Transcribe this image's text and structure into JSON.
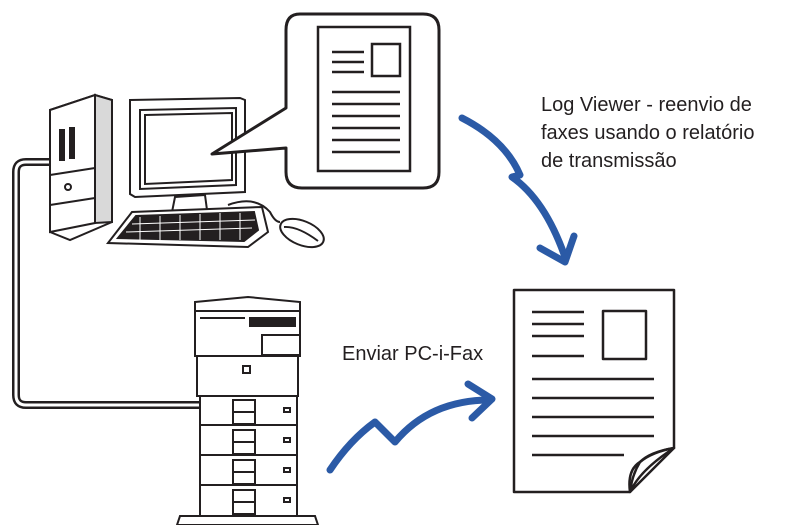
{
  "labels": {
    "log_viewer": [
      "Log Viewer - reenvio de",
      "faxes usando o relatório",
      "de transmissão"
    ],
    "send_pc_ifax": "Enviar PC-i-Fax"
  },
  "colors": {
    "arrow": "#2b5aa6",
    "line": "#231f20",
    "background": "#ffffff"
  },
  "icons": [
    "desktop-computer-icon",
    "monitor-icon",
    "keyboard-icon",
    "mouse-icon",
    "document-icon",
    "multifunction-printer-icon",
    "received-fax-document-icon"
  ]
}
